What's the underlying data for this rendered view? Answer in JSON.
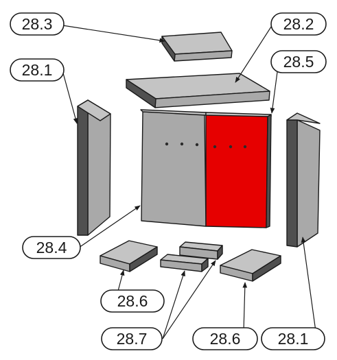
{
  "diagram": {
    "highlight_color": "#e60000",
    "stone_color": "#a9a9a9",
    "callouts": {
      "c_283": "28.3",
      "c_282": "28.2",
      "c_281_left": "28.1",
      "c_285": "28.5",
      "c_284": "28.4",
      "c_286_left": "28.6",
      "c_287": "28.7",
      "c_286_right": "28.6",
      "c_281_right": "28.1"
    }
  }
}
